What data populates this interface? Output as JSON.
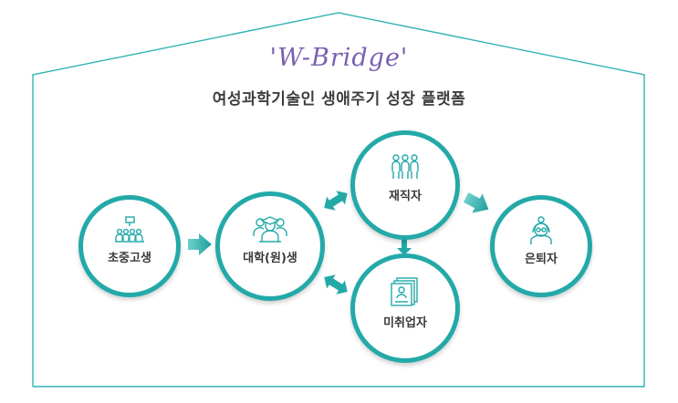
{
  "brand": "'W-Bridge'",
  "title": "여성과학기술인 생애주기 성장 플랫폼",
  "nodes": {
    "elementary": {
      "label": "초중고생",
      "icon": "teacher-class-icon"
    },
    "university": {
      "label": "대학(원)생",
      "icon": "graduate-group-icon"
    },
    "employed": {
      "label": "재직자",
      "icon": "workers-group-icon"
    },
    "unemployed": {
      "label": "미취업자",
      "icon": "resume-documents-icon"
    },
    "retired": {
      "label": "은퇴자",
      "icon": "elderly-person-icon"
    }
  },
  "colors": {
    "teal": "#23a9a8",
    "line": "#2fb3b1",
    "brand": "#7a5fb0",
    "title": "#3d3d3d"
  }
}
